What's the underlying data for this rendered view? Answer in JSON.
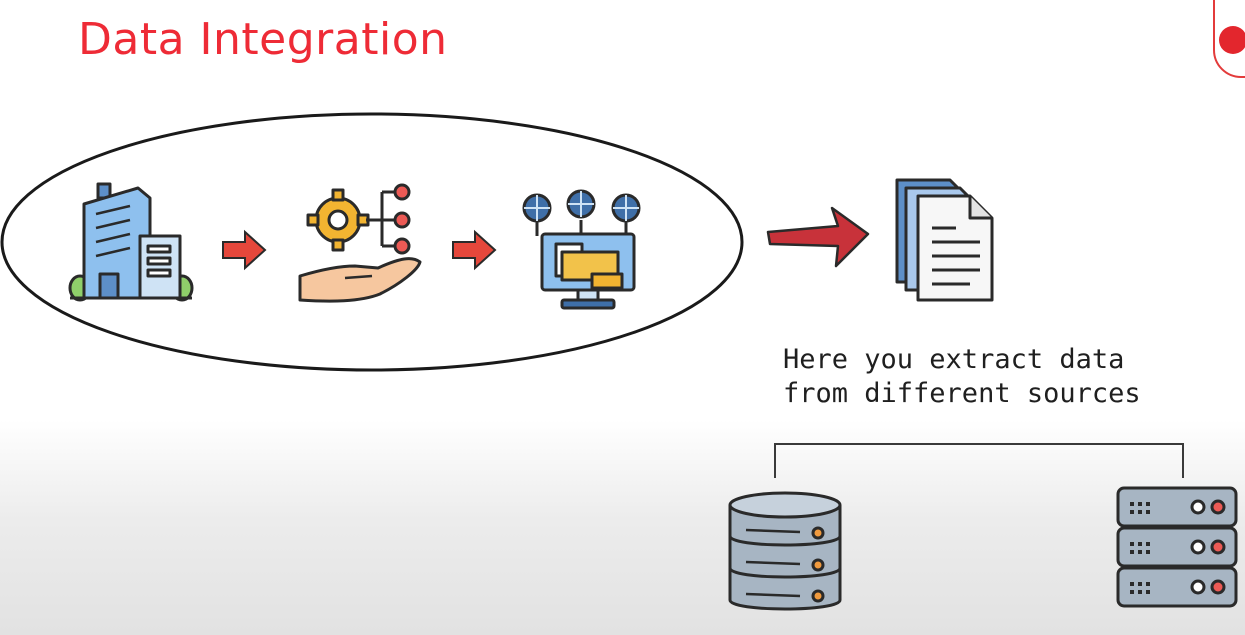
{
  "title": "Data Integration",
  "caption": {
    "line1": "Here you extract data",
    "line2": "from different sources"
  },
  "colors": {
    "title": "#ee2b36",
    "arrow": "#e5473b",
    "big_arrow": "#c8323a",
    "outline": "#2a2a2a",
    "building": "#7fb2e5",
    "gear": "#f2b431",
    "hand": "#f6c79f",
    "storage": "#a7b5c3",
    "accent": "#f09a3e"
  },
  "icons": {
    "step1": "office-building-icon",
    "step2": "hand-gear-network-icon",
    "step3": "monitor-globe-network-icon",
    "output": "documents-stack-icon",
    "source1": "database-icon",
    "source2": "server-rack-icon"
  }
}
